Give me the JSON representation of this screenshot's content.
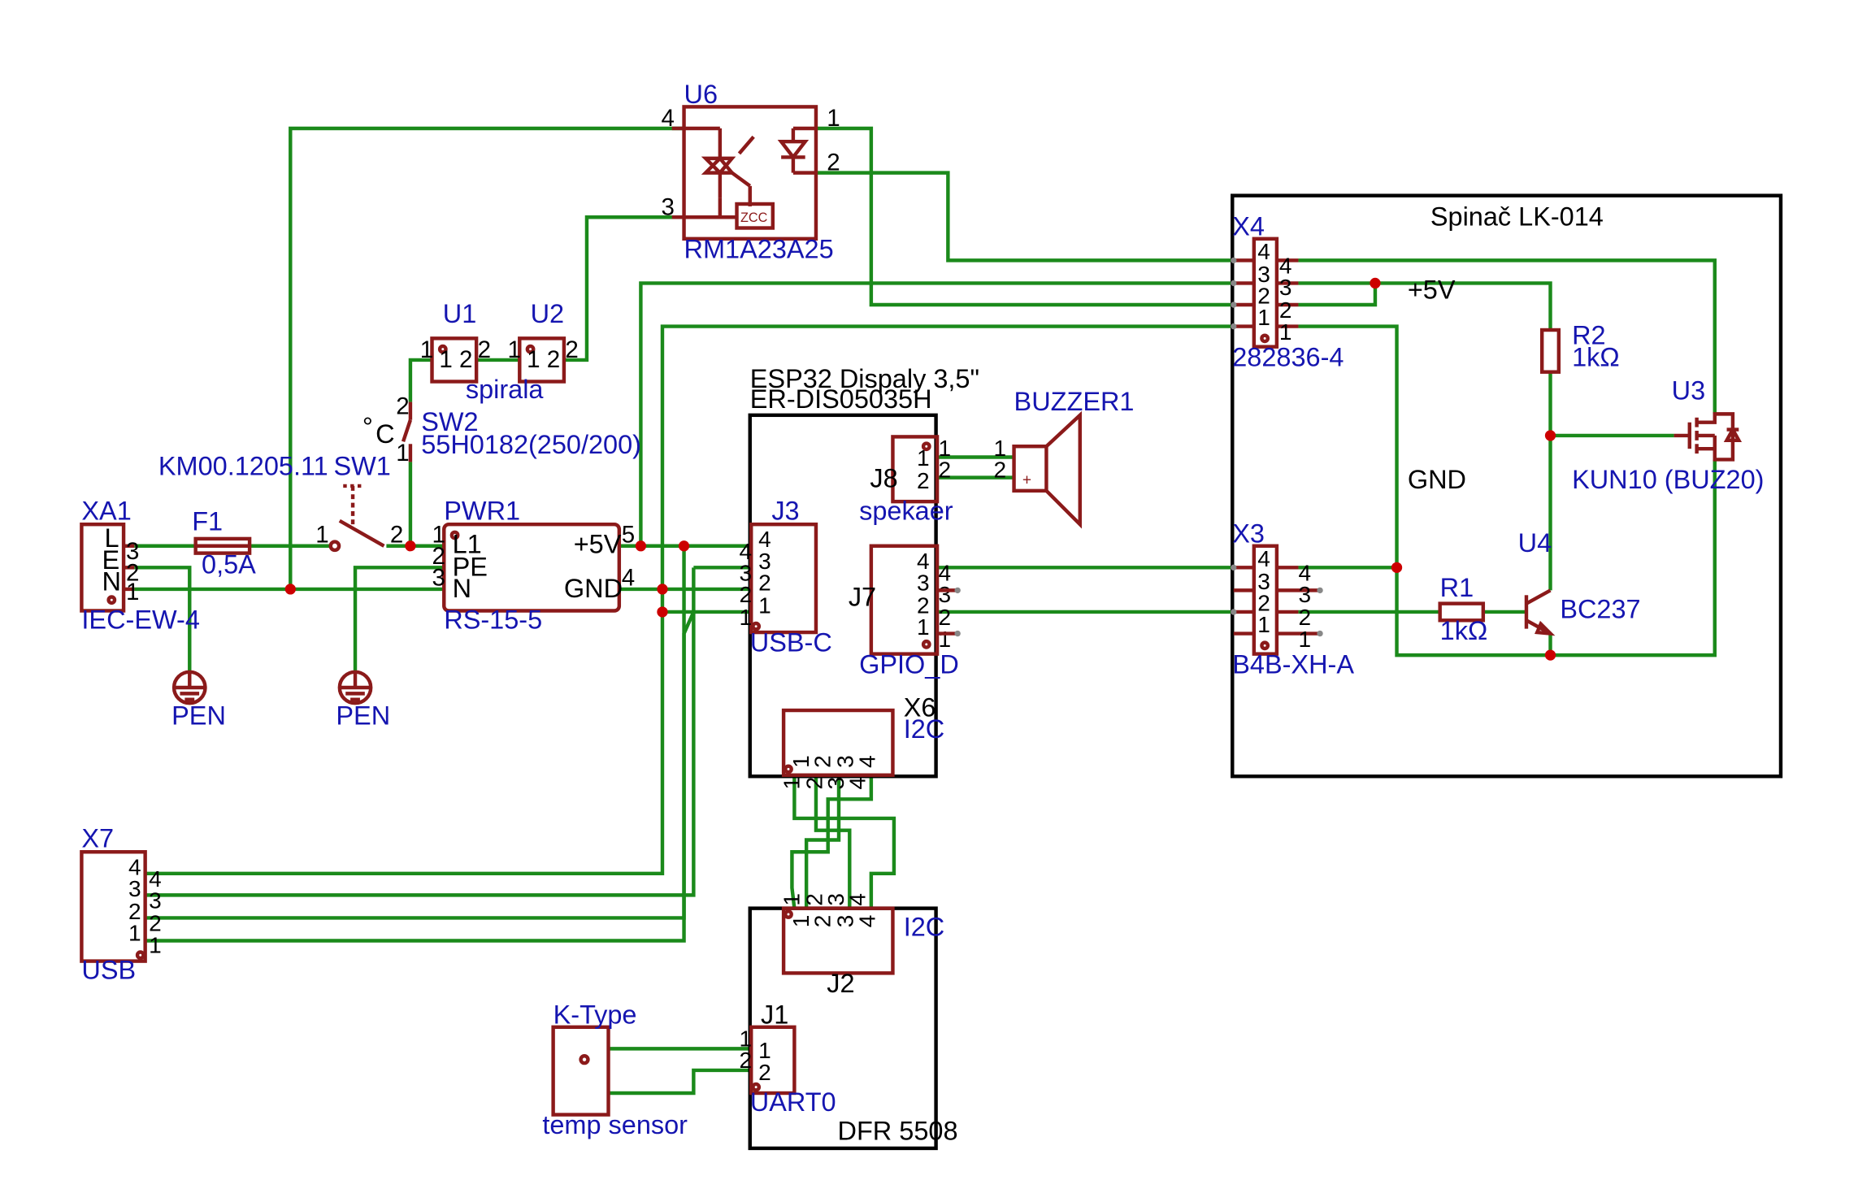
{
  "colors": {
    "wire": "#1b8a1b",
    "part": "#8b1a1a",
    "label": "#1515b0",
    "junction": "#cc0000",
    "text": "#000000"
  },
  "labels": {
    "u6_ref": "U6",
    "u6_val": "RM1A23A25",
    "zcc": "ZCC",
    "u6_p4": "4",
    "u6_p3": "3",
    "u6_p1": "1",
    "u6_p2": "2",
    "spinac_title": "Spinač    LK-014",
    "x4_ref": "X4",
    "x4_val": "282836-4",
    "plus5v_right": "+5V",
    "r2_ref": "R2",
    "r2_val": "1kΩ",
    "u3_ref": "U3",
    "u3_val": "KUN10 (BUZ20)",
    "gnd_right": "GND",
    "x3_ref": "X3",
    "x3_val": "B4B-XH-A",
    "r1_ref": "R1",
    "r1_val": "1kΩ",
    "u4_ref": "U4",
    "u4_val": "BC237",
    "u1_ref": "U1",
    "u2_ref": "U2",
    "spirala": "spirala",
    "u_pins": "1 2",
    "sw2_ref": "SW2",
    "sw2_val": "55H0182(250/200)",
    "sw2_c": "C",
    "sw2_deg": "°",
    "km": "KM00.1205.11",
    "sw1_ref": "SW1",
    "xa1_ref": "XA1",
    "xa1_val": "IEC-EW-4",
    "xa1_l": "L",
    "xa1_e": "E",
    "xa1_n": "N",
    "f1_ref": "F1",
    "f1_val": "0,5A",
    "pwr1_ref": "PWR1",
    "pwr1_val": "RS-15-5",
    "pwr1_l1": "L1",
    "pwr1_pe": "PE",
    "pwr1_n": "N",
    "pwr1_5v": "+5V",
    "pwr1_gnd": "GND",
    "pen1": "PEN",
    "pen2": "PEN",
    "esp_title1": "ESP32 Dispaly 3,5\"",
    "esp_title2": "ER-DIS05035H",
    "j3_ref": "J3",
    "j3_val": "USB-C",
    "j8_ref": "J8",
    "j8_val": "spekaer",
    "j7_ref": "J7",
    "j7_val": "GPIO_D",
    "buzzer_ref": "BUZZER1",
    "x6_ref": "X6",
    "x6_val": "I2C",
    "x7_ref": "X7",
    "x7_val": "USB",
    "j2_ref": "J2",
    "i2c_bottom": "I2C",
    "j1_ref": "J1",
    "j1_val": "UART0",
    "ktype": "K-Type",
    "temp": "temp sensor",
    "dfr": "DFR 5508",
    "plus": "+"
  }
}
